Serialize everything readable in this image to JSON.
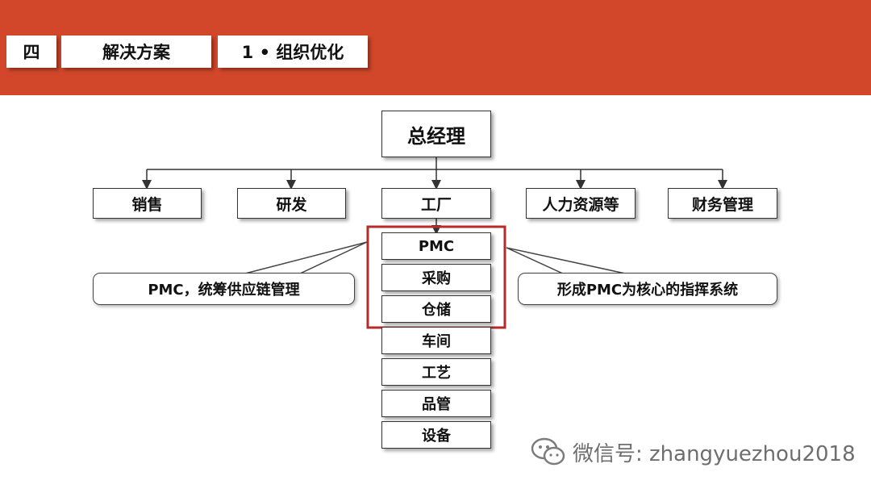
{
  "header": {
    "section_number": "四",
    "section_title": "解决方案",
    "subsection": "1 • 组织优化"
  },
  "org": {
    "root": "总经理",
    "departments": [
      "销售",
      "研发",
      "工厂",
      "人力资源等",
      "财务管理"
    ],
    "factory_units": [
      "PMC",
      "采购",
      "仓储",
      "车间",
      "工艺",
      "品管",
      "设备"
    ]
  },
  "callouts": {
    "left": "PMC，统筹供应链管理",
    "right": "形成PMC为核心的指挥系统"
  },
  "watermark": {
    "text": "微信号: zhangyuezhou2018"
  },
  "colors": {
    "header_bg": "#d2472a",
    "highlight_border": "#b42b2b"
  }
}
